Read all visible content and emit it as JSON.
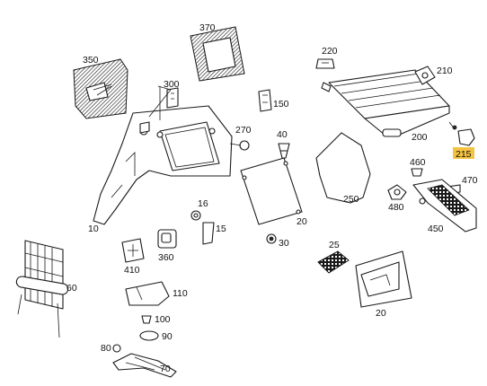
{
  "diagram": {
    "highlight_color": "#f5c342",
    "highlighted_part": "215",
    "parts": [
      {
        "id": "p10",
        "label": "10"
      },
      {
        "id": "p15",
        "label": "15"
      },
      {
        "id": "p16",
        "label": "16"
      },
      {
        "id": "p20a",
        "label": "20"
      },
      {
        "id": "p20b",
        "label": "20"
      },
      {
        "id": "p25",
        "label": "25"
      },
      {
        "id": "p30",
        "label": "30"
      },
      {
        "id": "p40",
        "label": "40"
      },
      {
        "id": "p60",
        "label": "60"
      },
      {
        "id": "p70",
        "label": "70"
      },
      {
        "id": "p80",
        "label": "80"
      },
      {
        "id": "p90",
        "label": "90"
      },
      {
        "id": "p100",
        "label": "100"
      },
      {
        "id": "p110",
        "label": "110"
      },
      {
        "id": "p150",
        "label": "150"
      },
      {
        "id": "p200",
        "label": "200"
      },
      {
        "id": "p210",
        "label": "210"
      },
      {
        "id": "p215",
        "label": "215"
      },
      {
        "id": "p220",
        "label": "220"
      },
      {
        "id": "p250",
        "label": "250"
      },
      {
        "id": "p270",
        "label": "270"
      },
      {
        "id": "p300",
        "label": "300"
      },
      {
        "id": "p350",
        "label": "350"
      },
      {
        "id": "p360",
        "label": "360"
      },
      {
        "id": "p370",
        "label": "370"
      },
      {
        "id": "p410",
        "label": "410"
      },
      {
        "id": "p450",
        "label": "450"
      },
      {
        "id": "p460",
        "label": "460"
      },
      {
        "id": "p470",
        "label": "470"
      },
      {
        "id": "p480",
        "label": "480"
      }
    ]
  }
}
